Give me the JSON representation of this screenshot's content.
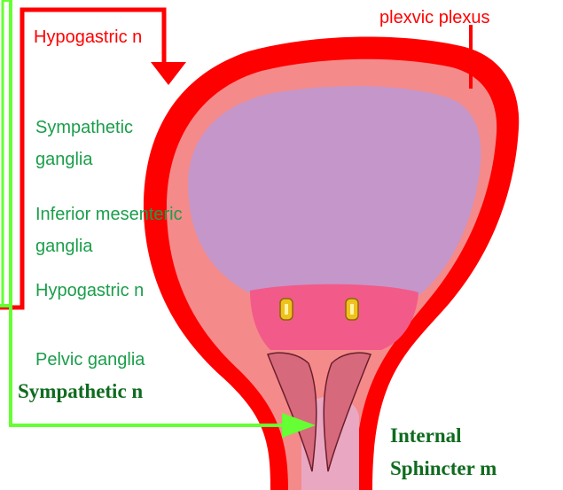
{
  "labels": {
    "hypogastric_top": "Hypogastric n",
    "plexvic_plexus": "plexvic plexus",
    "sympathetic_ganglia_line1": "Sympathetic",
    "sympathetic_ganglia_line2": "ganglia",
    "inferior_mesenteric_line1": "Inferior mesenteric",
    "inferior_mesenteric_line2": "ganglia",
    "hypogastric_mid": "Hypogastric n",
    "pelvic_ganglia": "Pelvic ganglia",
    "sympathetic_n": "Sympathetic n",
    "internal_line1": "Internal",
    "sphincter_line2": "Sphincter m"
  },
  "colors": {
    "parasympathetic_red": "#ff0000",
    "sympathetic_green": "#66ff33",
    "label_green": "#1a9e4a",
    "label_dark_green": "#0f6b1f",
    "bladder_wall_outer": "#ff0000",
    "bladder_wall_inner": "#f58a8a",
    "bladder_lumen": "#c596c9",
    "trigone": "#f25a8a",
    "sphincter": "#d7697d",
    "ureter_orifice": "#f0c020"
  }
}
